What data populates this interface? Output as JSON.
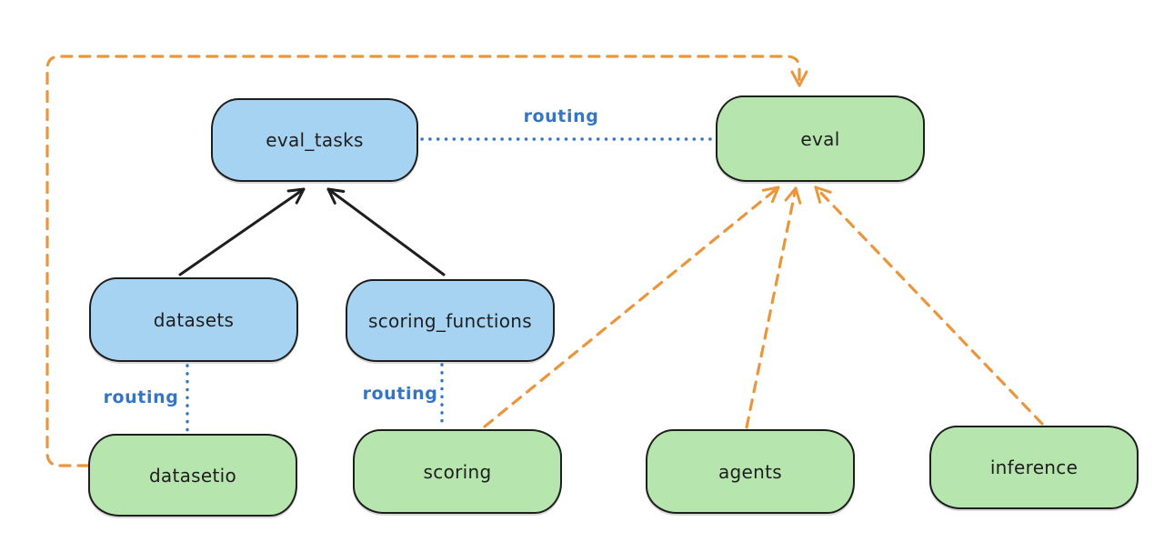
{
  "diagram": {
    "nodes": [
      {
        "id": "eval_tasks",
        "label": "eval_tasks",
        "color": "blue"
      },
      {
        "id": "eval",
        "label": "eval",
        "color": "green"
      },
      {
        "id": "datasets",
        "label": "datasets",
        "color": "blue"
      },
      {
        "id": "scoring_functions",
        "label": "scoring_functions",
        "color": "blue"
      },
      {
        "id": "datasetio",
        "label": "datasetio",
        "color": "green"
      },
      {
        "id": "scoring",
        "label": "scoring",
        "color": "green"
      },
      {
        "id": "agents",
        "label": "agents",
        "color": "green"
      },
      {
        "id": "inference",
        "label": "inference",
        "color": "green"
      }
    ],
    "edges": [
      {
        "from": "datasets",
        "to": "eval_tasks",
        "style": "solid",
        "color": "black",
        "label": ""
      },
      {
        "from": "scoring_functions",
        "to": "eval_tasks",
        "style": "solid",
        "color": "black",
        "label": ""
      },
      {
        "from": "eval_tasks",
        "to": "eval",
        "style": "dotted",
        "color": "blue",
        "label": "routing"
      },
      {
        "from": "datasets",
        "to": "datasetio",
        "style": "dotted",
        "color": "blue",
        "label": "routing"
      },
      {
        "from": "scoring_functions",
        "to": "scoring",
        "style": "dotted",
        "color": "blue",
        "label": "routing"
      },
      {
        "from": "datasetio",
        "to": "eval",
        "style": "dashed",
        "color": "orange",
        "label": ""
      },
      {
        "from": "scoring",
        "to": "eval",
        "style": "dashed",
        "color": "orange",
        "label": ""
      },
      {
        "from": "agents",
        "to": "eval",
        "style": "dashed",
        "color": "orange",
        "label": ""
      },
      {
        "from": "inference",
        "to": "eval",
        "style": "dashed",
        "color": "orange",
        "label": ""
      }
    ],
    "colors": {
      "node_blue": "#a7d3f3",
      "node_green": "#b6e6ae",
      "stroke": "#1e1e1e",
      "routing_blue": "#3576c4",
      "orange": "#e9973d",
      "background": "#ffffff"
    }
  }
}
